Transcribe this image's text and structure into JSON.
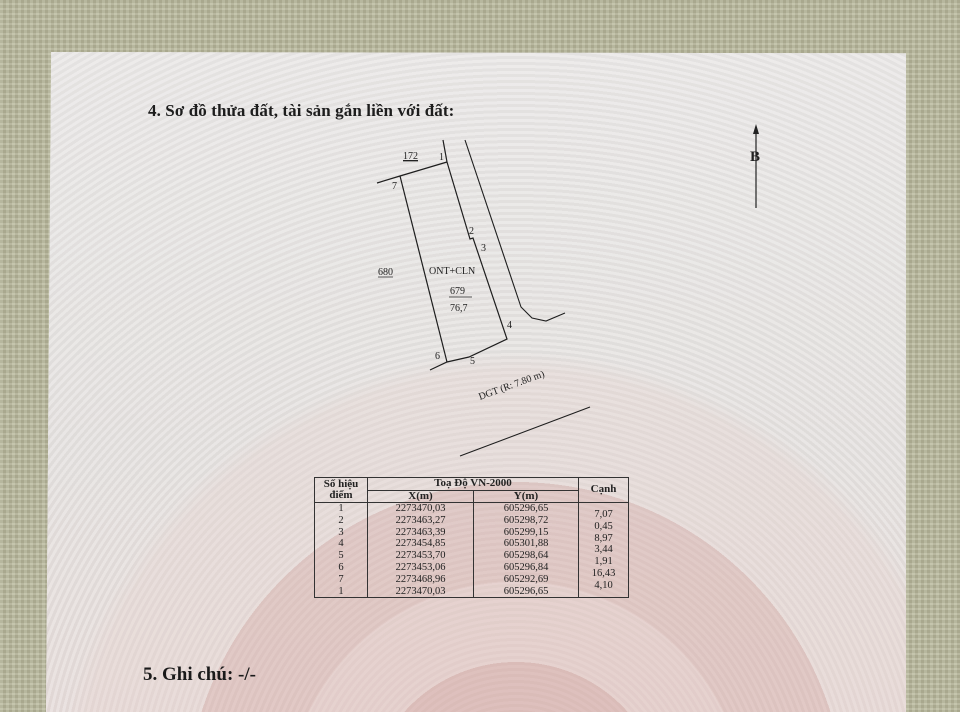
{
  "section4": {
    "heading": "4. Sơ đồ thửa đất, tài sản gắn liền với đất:"
  },
  "north_arrow": {
    "label": "B",
    "icon": "north-arrow-icon"
  },
  "parcel": {
    "land_use": "ONT+CLN",
    "parcel_number": "679",
    "area": "76,7",
    "neighbor_north": "172",
    "neighbor_west": "680",
    "road_label": "DGT (R: 7.80 m)",
    "vertex_labels": [
      "1",
      "2",
      "3",
      "4",
      "5",
      "6",
      "7"
    ]
  },
  "coord_table": {
    "header_point": "Số hiệu điểm",
    "header_point_line1": "Số hiệu",
    "header_point_line2": "điểm",
    "header_system": "Toạ Độ VN-2000",
    "header_x": "X(m)",
    "header_y": "Y(m)",
    "header_edge": "Cạnh",
    "rows": [
      {
        "point": "1",
        "x": "2273470,03",
        "y": "605296,65"
      },
      {
        "point": "2",
        "x": "2273463,27",
        "y": "605298,72"
      },
      {
        "point": "3",
        "x": "2273463,39",
        "y": "605299,15"
      },
      {
        "point": "4",
        "x": "2273454,85",
        "y": "605301,88"
      },
      {
        "point": "5",
        "x": "2273453,70",
        "y": "605298,64"
      },
      {
        "point": "6",
        "x": "2273453,06",
        "y": "605296,84"
      },
      {
        "point": "7",
        "x": "2273468,96",
        "y": "605292,69"
      },
      {
        "point": "1",
        "x": "2273470,03",
        "y": "605296,65"
      }
    ],
    "edges": [
      "7,07",
      "0,45",
      "8,97",
      "3,44",
      "1,91",
      "16,43",
      "4,10"
    ]
  },
  "section5": {
    "heading": "5. Ghi chú: -/-"
  }
}
